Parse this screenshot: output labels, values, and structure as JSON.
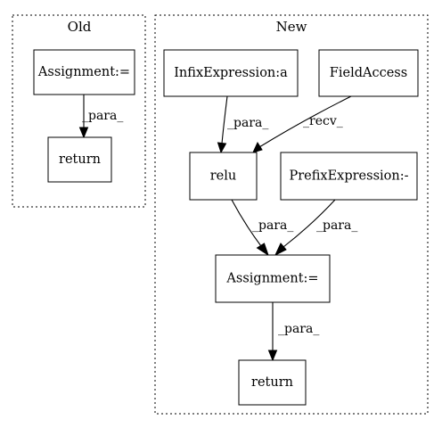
{
  "clusters": {
    "old": {
      "title": "Old"
    },
    "new": {
      "title": "New"
    }
  },
  "nodes": {
    "old_assignment": "Assignment:=",
    "old_return": "return",
    "infix": "InfixExpression:a",
    "field_access": "FieldAccess",
    "relu": "relu",
    "prefix": "PrefixExpression:-",
    "new_assignment": "Assignment:=",
    "new_return": "return"
  },
  "edges": {
    "old_assign_to_return": "_para_",
    "infix_to_relu": "_para_",
    "field_to_relu": "_recv_",
    "relu_to_assign": "_para_",
    "prefix_to_assign": "_para_",
    "assign_to_return": "_para_"
  }
}
